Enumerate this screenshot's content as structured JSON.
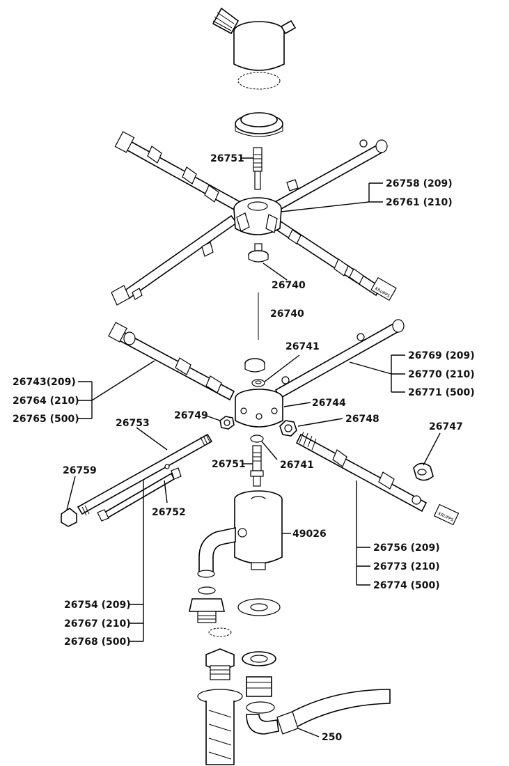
{
  "labels": {
    "p26751_top": "26751",
    "p26758": "26758 (209)",
    "p26761": "26761 (210)",
    "p26740_a": "26740",
    "p26740_b": "26740",
    "p26741_a": "26741",
    "p26769": "26769 (209)",
    "p26770": "26770 (210)",
    "p26771": "26771 (500)",
    "p26743": "26743(209)",
    "p26764": "26764 (210)",
    "p26765": "26765 (500)",
    "p26744": "26744",
    "p26749": "26749",
    "p26748": "26748",
    "p26747": "26747",
    "p26753": "26753",
    "p26759": "26759",
    "p26751_bot": "26751",
    "p26741_b": "26741",
    "p26752": "26752",
    "p49026": "49026",
    "p26756": "26756 (209)",
    "p26773": "26773 (210)",
    "p26774": "26774 (500)",
    "p26754": "26754 (209)",
    "p26767": "26767 (210)",
    "p26768": "26768 (500)",
    "p250": "250"
  },
  "brand_marks": [
    "KRUPPS",
    "KRUPPS"
  ],
  "colors": {
    "line": "#000000",
    "background": "#ffffff"
  }
}
